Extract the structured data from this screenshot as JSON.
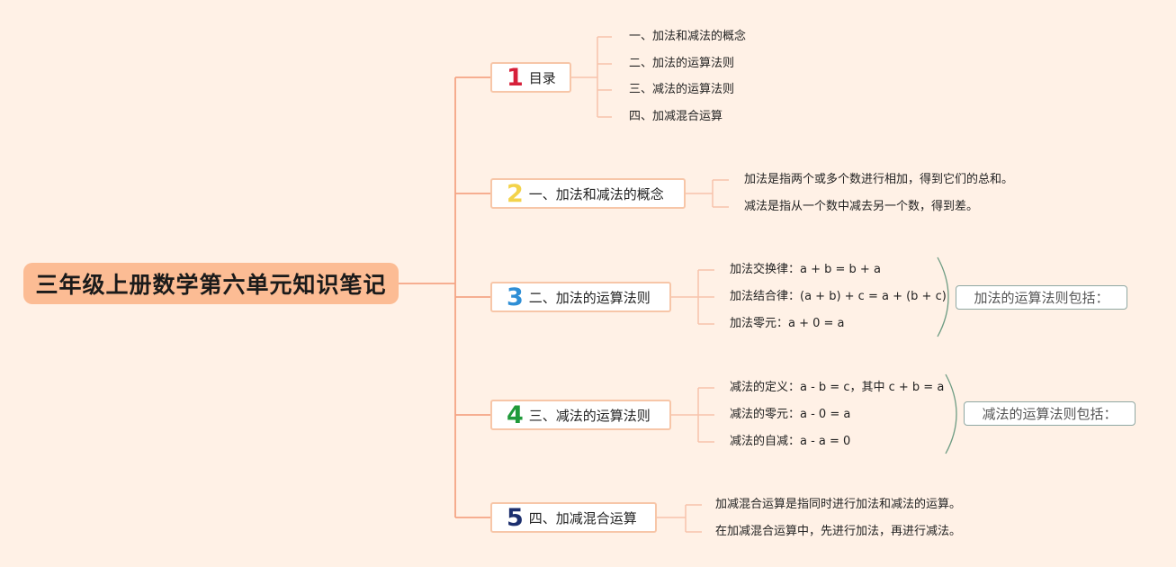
{
  "root": {
    "title": "三年级上册数学第六单元知识笔记"
  },
  "branches": [
    {
      "number": "1",
      "label": "目录",
      "color": "#d6203a",
      "items": [
        "一、加法和减法的概念",
        "二、加法的运算法则",
        "三、减法的运算法则",
        "四、加减混合运算"
      ]
    },
    {
      "number": "2",
      "label": "一、加法和减法的概念",
      "color": "#f3d34a",
      "items": [
        "加法是指两个或多个数进行相加，得到它们的总和。",
        "减法是指从一个数中减去另一个数，得到差。"
      ]
    },
    {
      "number": "3",
      "label": "二、加法的运算法则",
      "color": "#2f8fd6",
      "items": [
        "加法交换律：a + b = b + a",
        "加法结合律：(a + b) + c = a + (b + c)",
        "加法零元：a + 0 = a"
      ],
      "summary": "加法的运算法则包括："
    },
    {
      "number": "4",
      "label": "三、减法的运算法则",
      "color": "#1f9a3a",
      "items": [
        "减法的定义：a - b = c，其中 c + b = a",
        "减法的零元：a - 0 = a",
        "减法的自减：a - a = 0"
      ],
      "summary": "减法的运算法则包括："
    },
    {
      "number": "5",
      "label": "四、加减混合运算",
      "color": "#1c2f6e",
      "items": [
        "加减混合运算是指同时进行加法和减法的运算。",
        "在加减混合运算中，先进行加法，再进行减法。"
      ]
    }
  ],
  "colors": {
    "connector": "#f4a585",
    "leaf_connector": "#f7c3ab",
    "brace": "#6e9c83"
  }
}
